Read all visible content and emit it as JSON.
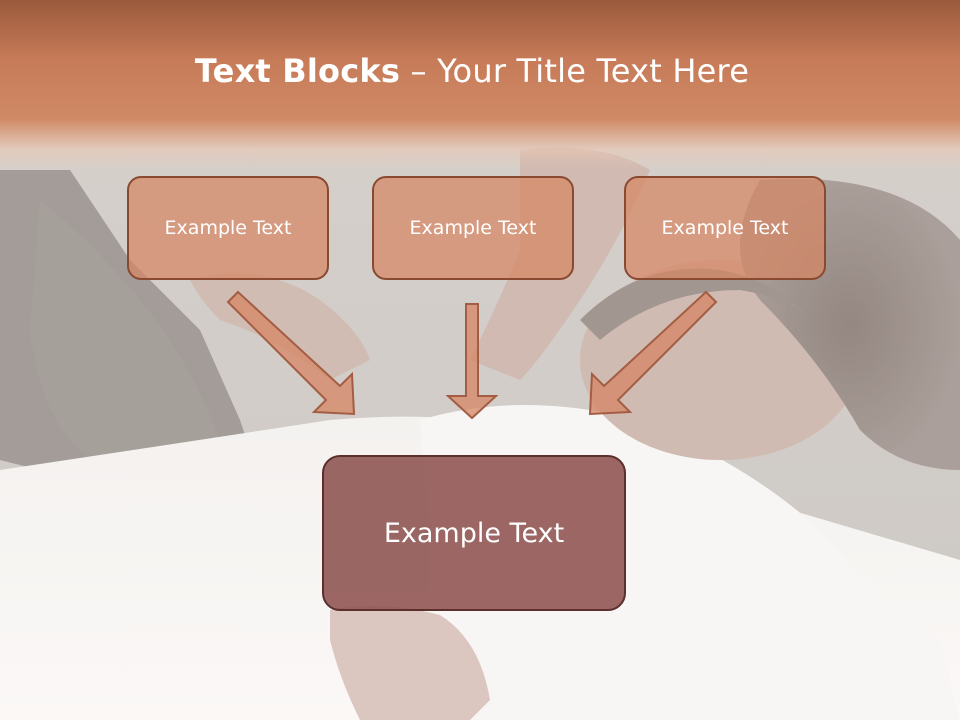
{
  "slide": {
    "title_bold": "Text Blocks",
    "title_dash": " – ",
    "title_rest": "Your Title Text Here"
  },
  "blocks": [
    {
      "label": "Example Text"
    },
    {
      "label": "Example Text"
    },
    {
      "label": "Example Text"
    }
  ],
  "main_block": {
    "label": "Example Text"
  },
  "colors": {
    "header": "#c77b58",
    "box_fill": "#d68664",
    "box_border": "#8a4a32",
    "main_fill": "#8d5250"
  }
}
